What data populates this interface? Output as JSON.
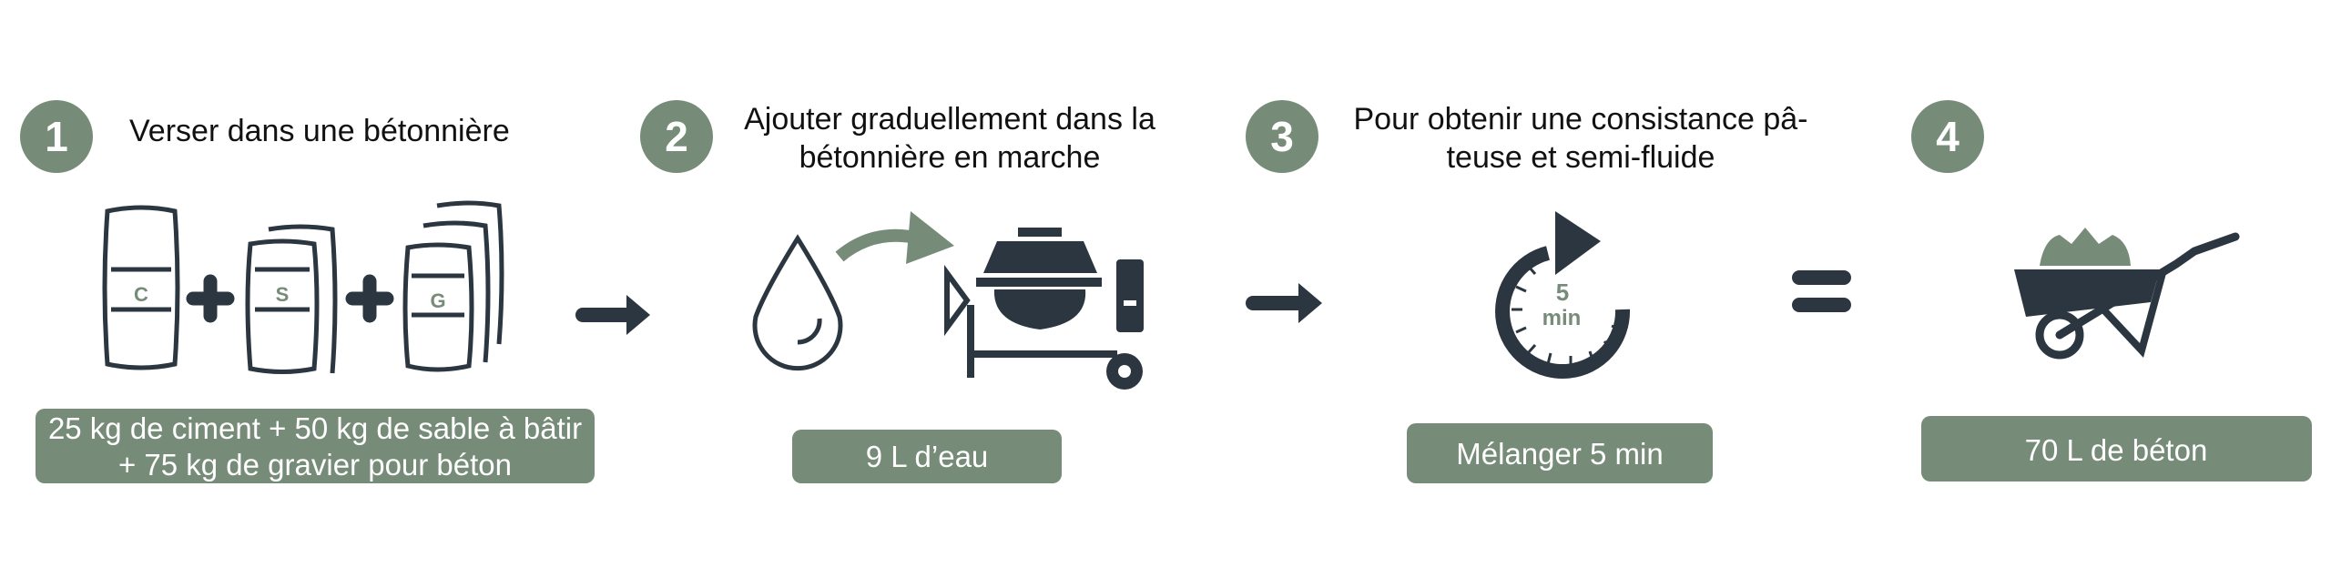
{
  "colors": {
    "accent": "#778c78",
    "dark": "#2b3640"
  },
  "steps": [
    {
      "number": "1",
      "title_lines": [
        "Verser dans une bétonnière"
      ],
      "label_lines": [
        "25 kg de ciment + 50 kg de sable à bâtir",
        "+ 75 kg de gravier pour béton"
      ],
      "bag_letters": [
        "C",
        "S",
        "G"
      ]
    },
    {
      "number": "2",
      "title_lines": [
        "Ajouter graduellement dans  la",
        "bétonnière en marche"
      ],
      "label_lines": [
        "9 L d’eau"
      ]
    },
    {
      "number": "3",
      "title_lines": [
        "Pour obtenir une consistance pâ-",
        "teuse et semi-fluide"
      ],
      "label_lines": [
        "Mélanger 5 min"
      ],
      "timer": {
        "value": "5",
        "unit": "min"
      }
    },
    {
      "number": "4",
      "title_lines": [],
      "label_lines": [
        "70 L de béton"
      ]
    }
  ]
}
